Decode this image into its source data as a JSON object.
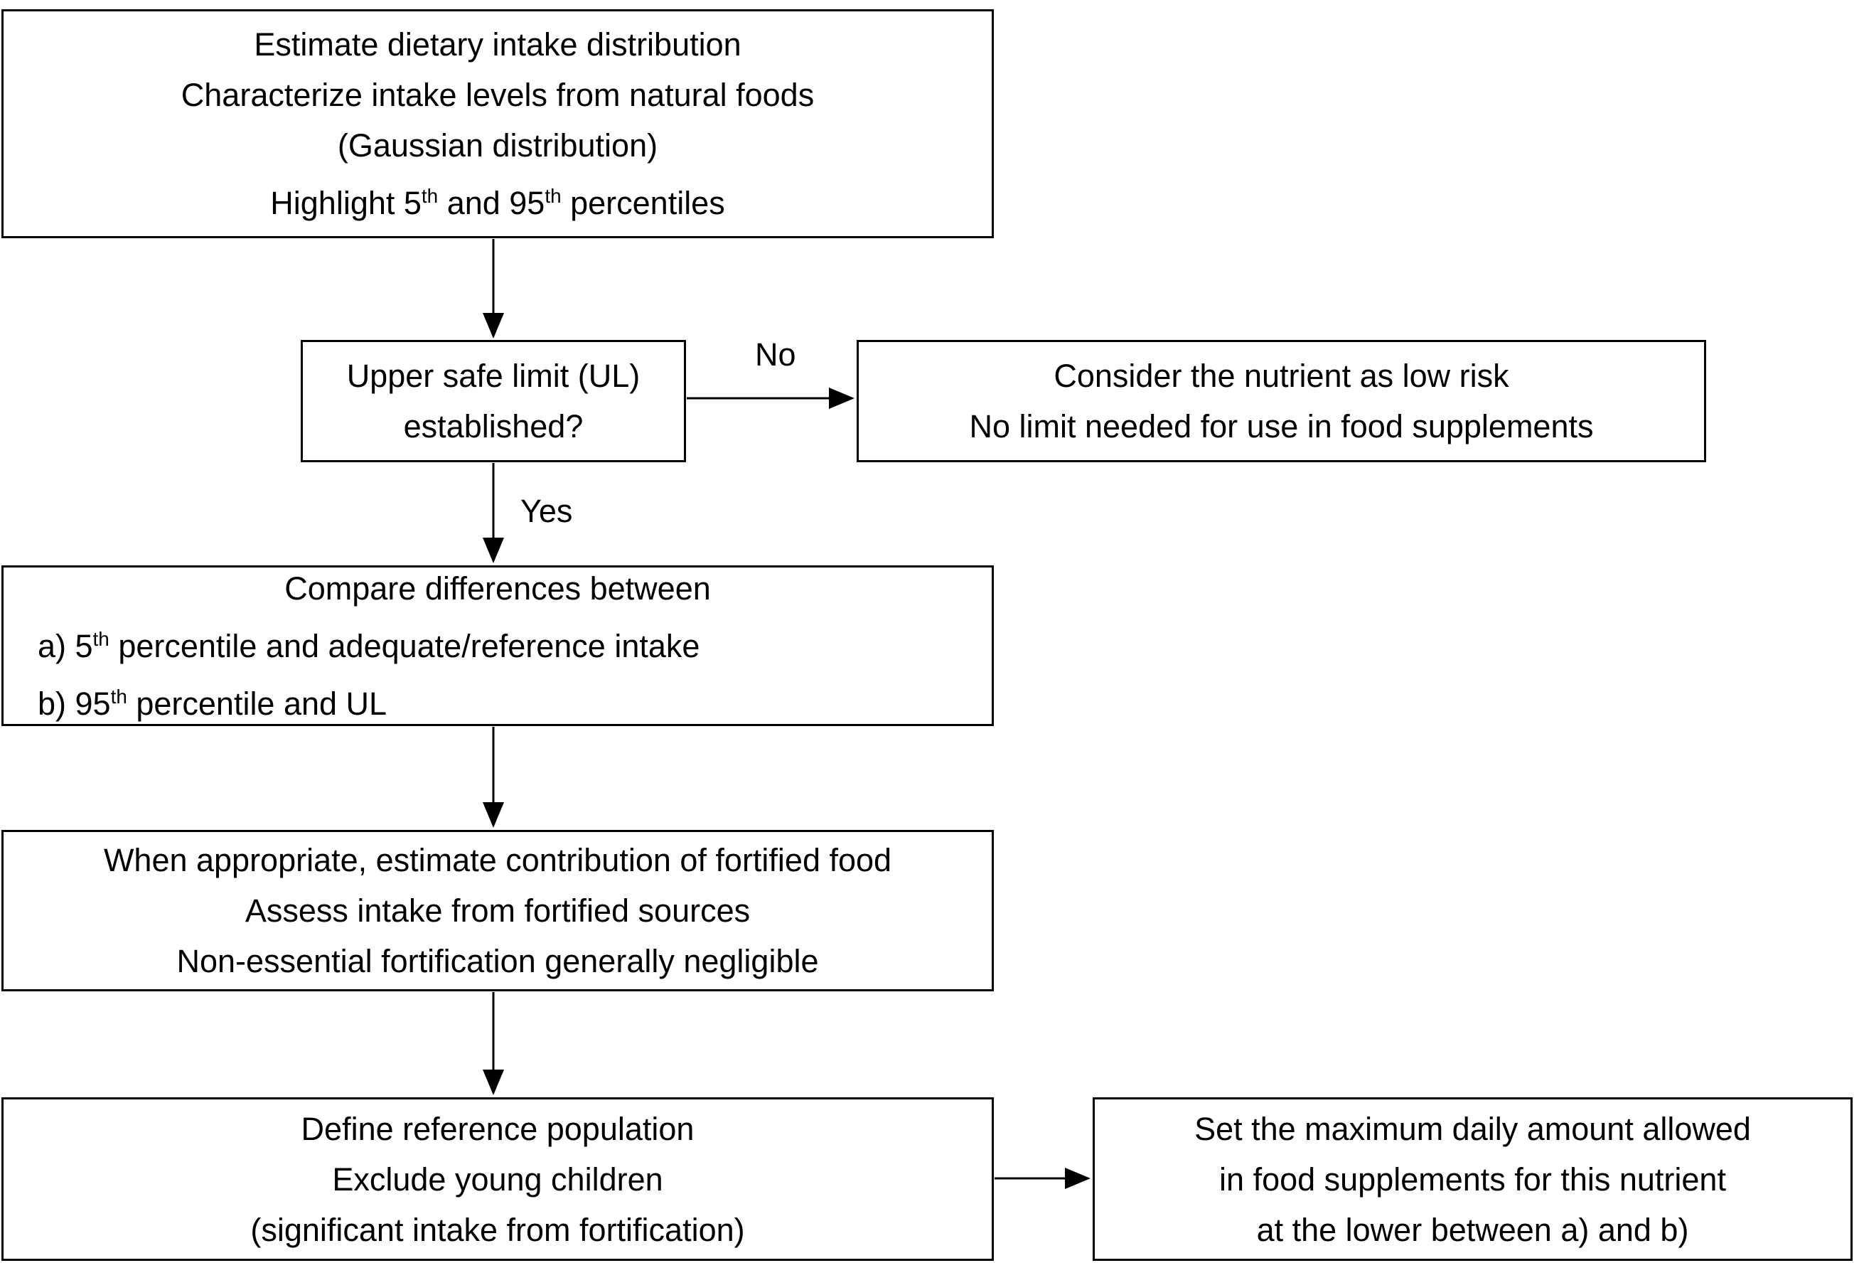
{
  "boxes": {
    "estimate": {
      "line1": "Estimate dietary intake distribution",
      "line2": "Characterize intake levels from natural foods",
      "line3": "(Gaussian distribution)",
      "l4_pre": "Highlight 5",
      "l4_sup1": "th",
      "l4_mid": " and 95",
      "l4_sup2": "th",
      "l4_post": " percentiles"
    },
    "decision": {
      "line1": "Upper safe limit (UL)",
      "line2": "established?"
    },
    "lowrisk": {
      "line1": "Consider the nutrient as low risk",
      "line2": "No limit needed for use in food supplements"
    },
    "compare": {
      "line1": "Compare differences between",
      "a_pre": "a) 5",
      "a_sup": "th",
      "a_post": " percentile and adequate/reference intake",
      "b_pre": "b) 95",
      "b_sup": "th",
      "b_post": " percentile and UL"
    },
    "fortified": {
      "line1": "When appropriate, estimate contribution of fortified food",
      "line2": "Assess intake from fortified sources",
      "line3": "Non-essential fortification generally negligible"
    },
    "population": {
      "line1": "Define reference population",
      "line2": "Exclude young children",
      "line3": "(significant intake from fortification)"
    },
    "maximum": {
      "line1": "Set the maximum daily amount allowed",
      "line2": "in food supplements for this nutrient",
      "line3": "at the lower between a) and b)"
    }
  },
  "edge_labels": {
    "no": "No",
    "yes": "Yes"
  },
  "colors": {
    "stroke": "#000000",
    "background": "#ffffff",
    "text": "#000000"
  }
}
